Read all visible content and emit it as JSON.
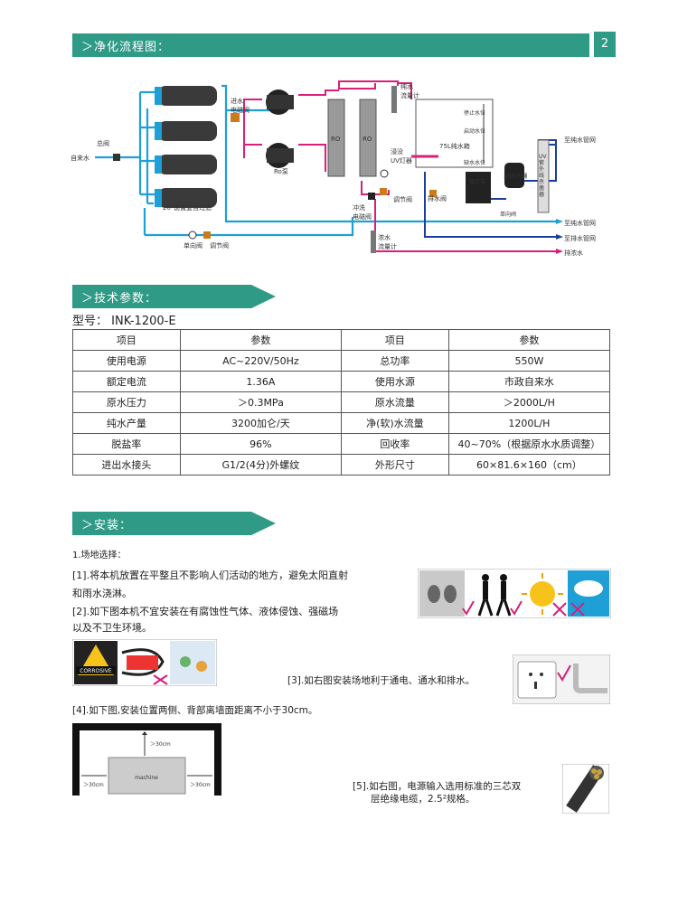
{
  "page_number": "2",
  "sections": {
    "flow": "＞净化流程图：",
    "tech": "＞技术参数：",
    "install": "＞安装："
  },
  "diagram": {
    "master_valve": "总阀",
    "tap_water": "自来水",
    "prefilter": "20\"前置复合过滤",
    "inlet_valve": "进水\n电磁阀",
    "ro_pump": "Ro泵",
    "ro_label": "RO",
    "pure_flowmeter": "纯水\n流量计",
    "tank": "75L纯水箱",
    "stop_level": "停止水位",
    "start_level": "启动水位",
    "low_level": "缺水水位",
    "uv": "浸没\nUV灯器",
    "drain_valve": "排水阀",
    "flush_valve": "冲洗\n电磁阀",
    "regulating_valve": "调节阀",
    "conc_flowmeter": "浓水\n流量计",
    "check_valve": "单向阀",
    "check_valve2": "单向阀",
    "regulating_valve2": "调节阀",
    "uv_sterilizer": "UV紫外线杀菌器",
    "pressure_tank": "3G压力桶",
    "booster": "增压泵",
    "out_pure": "至纯水管网",
    "out_pure2": "至纯水管网",
    "out_drain": "至排水管网",
    "out_conc": "排浓水"
  },
  "model": "型号： INK-1200-E",
  "spec_table": {
    "header": [
      "项目",
      "参数",
      "项目",
      "参数"
    ],
    "rows": [
      [
        "使用电源",
        "AC~220V/50Hz",
        "总功率",
        "550W"
      ],
      [
        "额定电流",
        "1.36A",
        "使用水源",
        "市政自来水"
      ],
      [
        "原水压力",
        "＞0.3MPa",
        "原水流量",
        "＞2000L/H"
      ],
      [
        "纯水产量",
        "3200加仑/天",
        "净(软)水流量",
        "1200L/H"
      ],
      [
        "脱盐率",
        "96%",
        "回收率",
        "40~70%（根据原水水质调整）"
      ],
      [
        "进出水接头",
        "G1/2(4分)外螺纹",
        "外形尺寸",
        "60×81.6×160（cm）"
      ]
    ]
  },
  "install": {
    "site_title": "1.场地选择：",
    "p1_line1": "[1].将本机放置在平整且不影响人们活动的地方，避免太阳直射",
    "p1_line2": "和雨水浇淋。",
    "p2_line1": "[2].如下图本机不宜安装在有腐蚀性气体、液体侵蚀、强磁场",
    "p2_line2": "以及不卫生环境。",
    "p3": "[3].如右图安装场地利于通电、通水和排水。",
    "p4": "[4].如下图,安装位置两侧、背部离墙面距离不小于30cm。",
    "p5_line1": "[5].如右图，电源输入选用标准的三芯双",
    "p5_line2": "层绝缘电缆，2.5²规格。",
    "corrosive": "CORROSIVE",
    "machine": "machine",
    "dist_top": "＞30cm",
    "dist_left": "＞30cm",
    "dist_right": "＞30cm"
  },
  "colors": {
    "accent": "#2f9a86",
    "cyan_pipe": "#1e9fd6",
    "magenta_pipe": "#d6207a",
    "blue_pipe": "#1b3f9a"
  }
}
